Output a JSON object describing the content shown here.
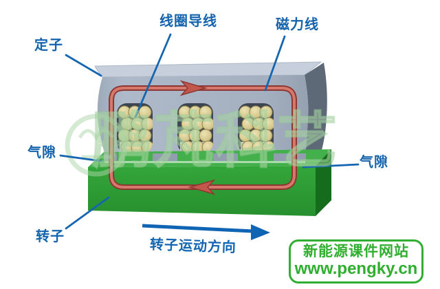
{
  "labels": {
    "stator": "定子",
    "coil_wire": "线圈导线",
    "magnetic_field_line": "磁力线",
    "air_gap_left": "气隙",
    "air_gap_right": "气隙",
    "rotor": "转子",
    "rotor_motion_direction": "转子运动方向"
  },
  "watermark": {
    "brand": "鹏芃科艺"
  },
  "site_badge": {
    "site_name": "新能源课件网站",
    "site_url": "www.pengky.cn"
  },
  "colors": {
    "label_blue": "#1463ad",
    "arrow_blue": "#1064b4",
    "field_line_red_dark": "#8e3732",
    "field_line_red_light": "#d5796d",
    "stator_gray_front": "#a9b5c5",
    "stator_gray_top": "#c6cfdb",
    "stator_gray_side": "#5e6977",
    "rotor_green_front": "#2d9c34",
    "rotor_green_top": "#43b04b",
    "rotor_green_side": "#166c1d",
    "coil_tan": "#d9cd93",
    "badge_green": "#2fae2f"
  },
  "diagram": {
    "type": "linear-motor-cross-section",
    "coil_slot_count": 3,
    "coil_wires_per_slot": 12,
    "flux_loop_top_arrow": "right",
    "flux_loop_bottom_arrow": "left",
    "rotor_motion_arrow": "right"
  }
}
